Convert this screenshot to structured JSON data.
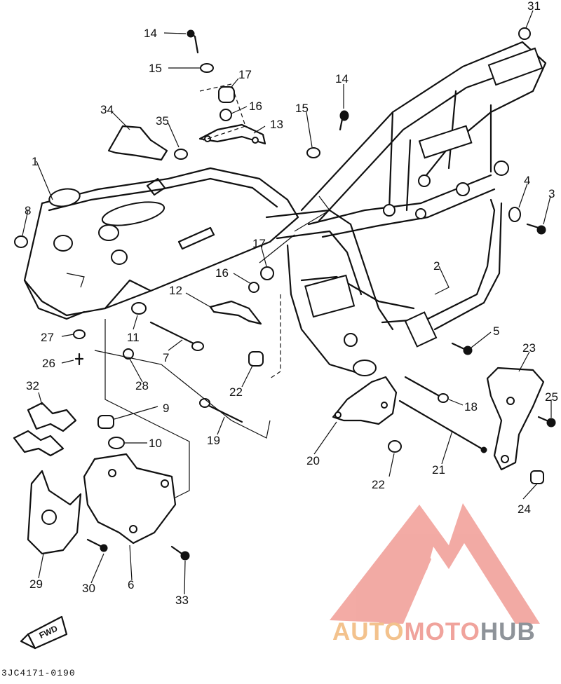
{
  "diagram": {
    "drawing_code": "3JC4171-0190",
    "fwd_label": "FWD",
    "callouts": [
      "31",
      "14",
      "15",
      "17",
      "16",
      "13",
      "34",
      "35",
      "1",
      "8",
      "12",
      "11",
      "7",
      "27",
      "26",
      "28",
      "32",
      "9",
      "10",
      "29",
      "30",
      "6",
      "33",
      "19",
      "22",
      "20",
      "21",
      "18",
      "22",
      "24",
      "23",
      "25",
      "2",
      "5",
      "4",
      "3",
      "17",
      "16",
      "14",
      "15"
    ]
  },
  "watermark": {
    "brand_part1": "AUTO",
    "brand_part2": "MOTO",
    "brand_part3": "HUB",
    "colors": {
      "part1": "#f3c28d",
      "part2": "#f0a39c",
      "part3": "#8e9399",
      "logo": "#f2a6a0"
    }
  }
}
